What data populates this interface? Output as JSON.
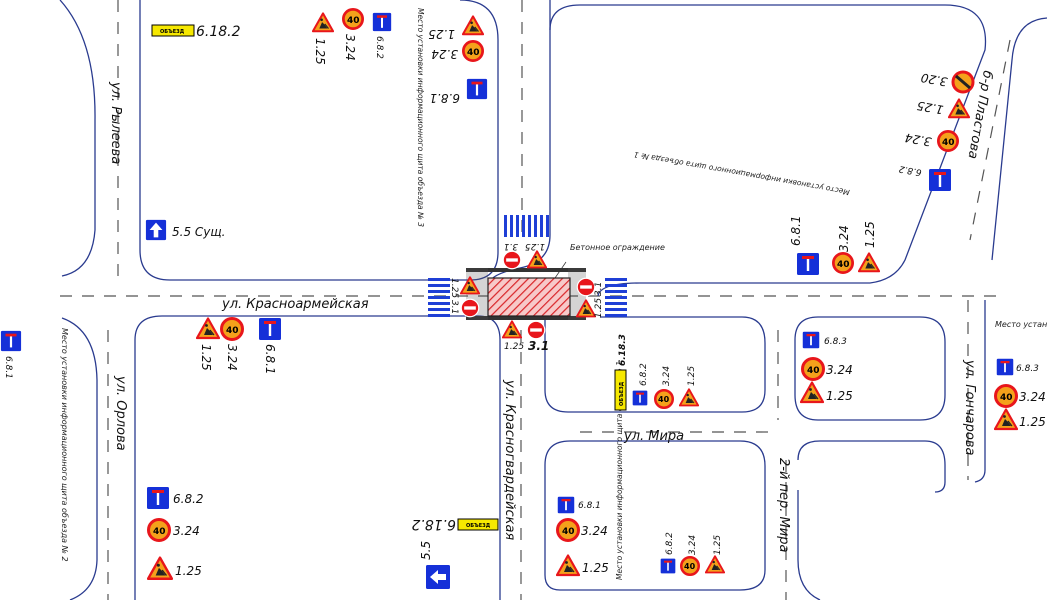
{
  "streets": {
    "krasnoarmeyskaya": "ул. Красноармейская",
    "ryleeva": "ул. Рылеева",
    "orlova": "ул. Орлова",
    "krasnogvardeyskaya": "ул. Красногвардейская",
    "mira": "ул. Мира",
    "mira_lane": "2-й пер. Мира",
    "plastova": "б-р Пластова",
    "goncharova": "ул. Гончарова"
  },
  "labels": {
    "barrier": "Бетонное ограждение",
    "board_1": "Место установки информационного щита объезда № 1",
    "board_2": "Место установки информационного щита объезда № 2",
    "board_3": "Место установки информационного щита объезда № 3",
    "board_right": "Место установки информационного щита объезда №",
    "detour_sign_text": "ОБЪЕЗД",
    "speed_limit": "40"
  },
  "sign_codes": {
    "c_1_25": "1.25",
    "c_3_24": "3.24",
    "c_3_20": "3.20",
    "c_3_1": "3.1",
    "c_5_5": "5.5",
    "c_5_5_sush": "5.5 Сущ.",
    "c_6_8_1": "6.8.1",
    "c_6_8_2": "6.8.2",
    "c_6_8_3": "6.8.3",
    "c_6_18_2": "6.18.2",
    "c_6_18_3": "6.18.3"
  },
  "colors": {
    "curb": "#2a3b8f",
    "sign_blue": "#1530d8",
    "sign_red": "#e8161b",
    "sign_orange": "#f4a11b",
    "sign_yellow": "#f6e800",
    "closure_hatch": "#e23a3a"
  }
}
